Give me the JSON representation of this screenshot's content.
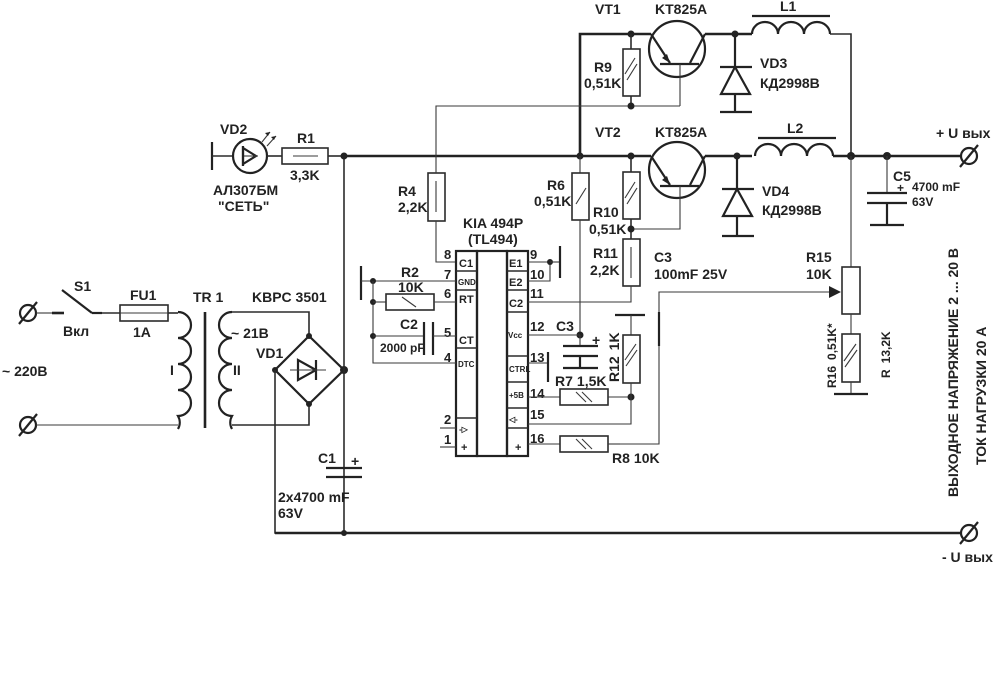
{
  "title": "TL494 regulated power supply schematic",
  "input": {
    "mains_label": "~ 220В",
    "switch": {
      "ref": "S1",
      "label": "Вкл"
    },
    "fuse": {
      "ref": "FU1",
      "value": "1A"
    },
    "transformer": {
      "ref": "TR 1",
      "primary": "I",
      "secondary": "II",
      "secondary_voltage": "~ 21В"
    },
    "bridge": {
      "part": "KBPC 3501",
      "ref": "VD1"
    },
    "c1": {
      "ref": "C1",
      "value": "2x4700 mF",
      "voltage": "63V",
      "polarity": "+"
    }
  },
  "indicator": {
    "led": {
      "ref": "VD2",
      "part": "АЛ307БМ",
      "caption": "\"СЕТЬ\""
    },
    "r1": {
      "ref": "R1",
      "value": "3,3K"
    }
  },
  "controller": {
    "name": "KIA 494P",
    "alias": "(TL494)",
    "left_pins": [
      {
        "num": "8",
        "label": "C1"
      },
      {
        "num": "7",
        "label": "GND"
      },
      {
        "num": "6",
        "label": "RT"
      },
      {
        "num": "5",
        "label": "CT"
      },
      {
        "num": "4",
        "label": "DTC"
      },
      {
        "num": "2",
        "label": "-▷"
      },
      {
        "num": "1",
        "label": "+"
      }
    ],
    "right_pins": [
      {
        "num": "9",
        "label": "E1"
      },
      {
        "num": "10",
        "label": "E2"
      },
      {
        "num": "11",
        "label": "C2"
      },
      {
        "num": "12",
        "label": "Vcc"
      },
      {
        "num": "13",
        "label": "CTRL"
      },
      {
        "num": "14",
        "label": "+5В"
      },
      {
        "num": "15",
        "label": "◁-"
      },
      {
        "num": "16",
        "label": "+"
      }
    ]
  },
  "timing": {
    "r2": {
      "ref": "R2",
      "value": "10K"
    },
    "c2": {
      "ref": "C2",
      "value": "2000 pF"
    }
  },
  "resistors": {
    "r4": {
      "ref": "R4",
      "value": "2,2K"
    },
    "r6": {
      "ref": "R6",
      "value": "0,51K"
    },
    "r7": {
      "ref": "R7",
      "value": "1,5K"
    },
    "r8": {
      "ref": "R8",
      "value": "10K"
    },
    "r9": {
      "ref": "R9",
      "value": "0,51K"
    },
    "r10": {
      "ref": "R10",
      "value": "0,51K"
    },
    "r11": {
      "ref": "R11",
      "value": "2,2K"
    },
    "r12": {
      "ref": "R12",
      "value": "1K"
    },
    "r15": {
      "ref": "R15",
      "value": "10K"
    },
    "r16": {
      "ref": "R16",
      "value": "0,51K*"
    },
    "r_total": {
      "ref": "R",
      "value": "13,2K"
    }
  },
  "capacitors": {
    "c3_label": "C3",
    "c3_spec": "C3",
    "c3_value": "100mF 25V",
    "c3_polarity": "+",
    "c5": {
      "ref": "C5",
      "value": "4700 mF",
      "voltage": "63V",
      "polarity": "+"
    }
  },
  "power_stage": {
    "vt1": {
      "ref": "VT1",
      "part": "KT825A"
    },
    "vt2": {
      "ref": "VT2",
      "part": "KT825A"
    },
    "vd3": {
      "ref": "VD3",
      "part": "КД2998В"
    },
    "vd4": {
      "ref": "VD4",
      "part": "КД2998В"
    },
    "l1": {
      "ref": "L1"
    },
    "l2": {
      "ref": "L2"
    }
  },
  "output": {
    "plus_label": "+ U вых",
    "minus_label": "- U вых"
  },
  "notes": {
    "voltage_line": "ВЫХОДНОЕ  НАПРЯЖЕНИЕ  2 ... 20 В",
    "current_line": "ТОК  НАГРУЗКИ       20  А"
  },
  "icons": {
    "terminal": "terminal-icon (⌀ circle with slash)"
  }
}
